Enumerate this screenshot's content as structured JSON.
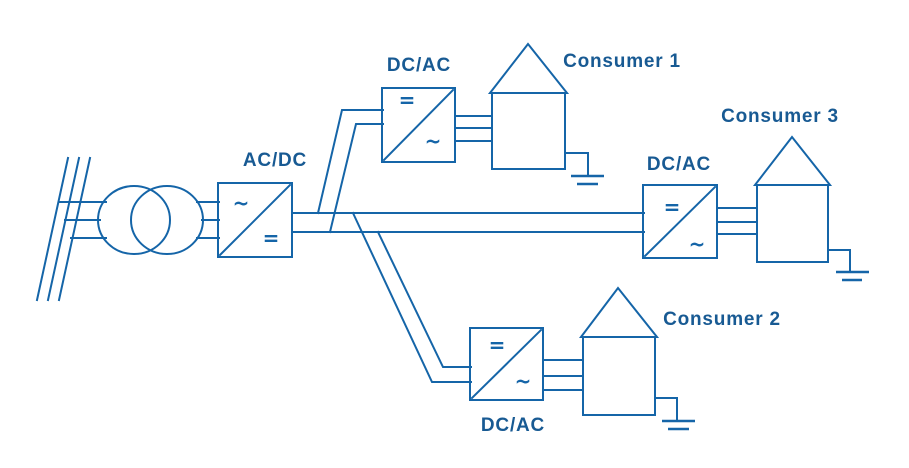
{
  "colors": {
    "line": "#1565a8",
    "text": "#185a93",
    "background": "#ffffff"
  },
  "converters": [
    {
      "id": "ac-dc-rectifier",
      "label": "AC/DC",
      "top_symbol": "~",
      "bottom_symbol": "="
    },
    {
      "id": "dc-ac-inverter-consumer-1",
      "label": "DC/AC",
      "top_symbol": "=",
      "bottom_symbol": "~"
    },
    {
      "id": "dc-ac-inverter-consumer-2",
      "label": "DC/AC",
      "top_symbol": "=",
      "bottom_symbol": "~"
    },
    {
      "id": "dc-ac-inverter-consumer-3",
      "label": "DC/AC",
      "top_symbol": "=",
      "bottom_symbol": "~"
    }
  ],
  "consumers": [
    {
      "name": "Consumer 1"
    },
    {
      "name": "Consumer 2"
    },
    {
      "name": "Consumer 3"
    }
  ]
}
